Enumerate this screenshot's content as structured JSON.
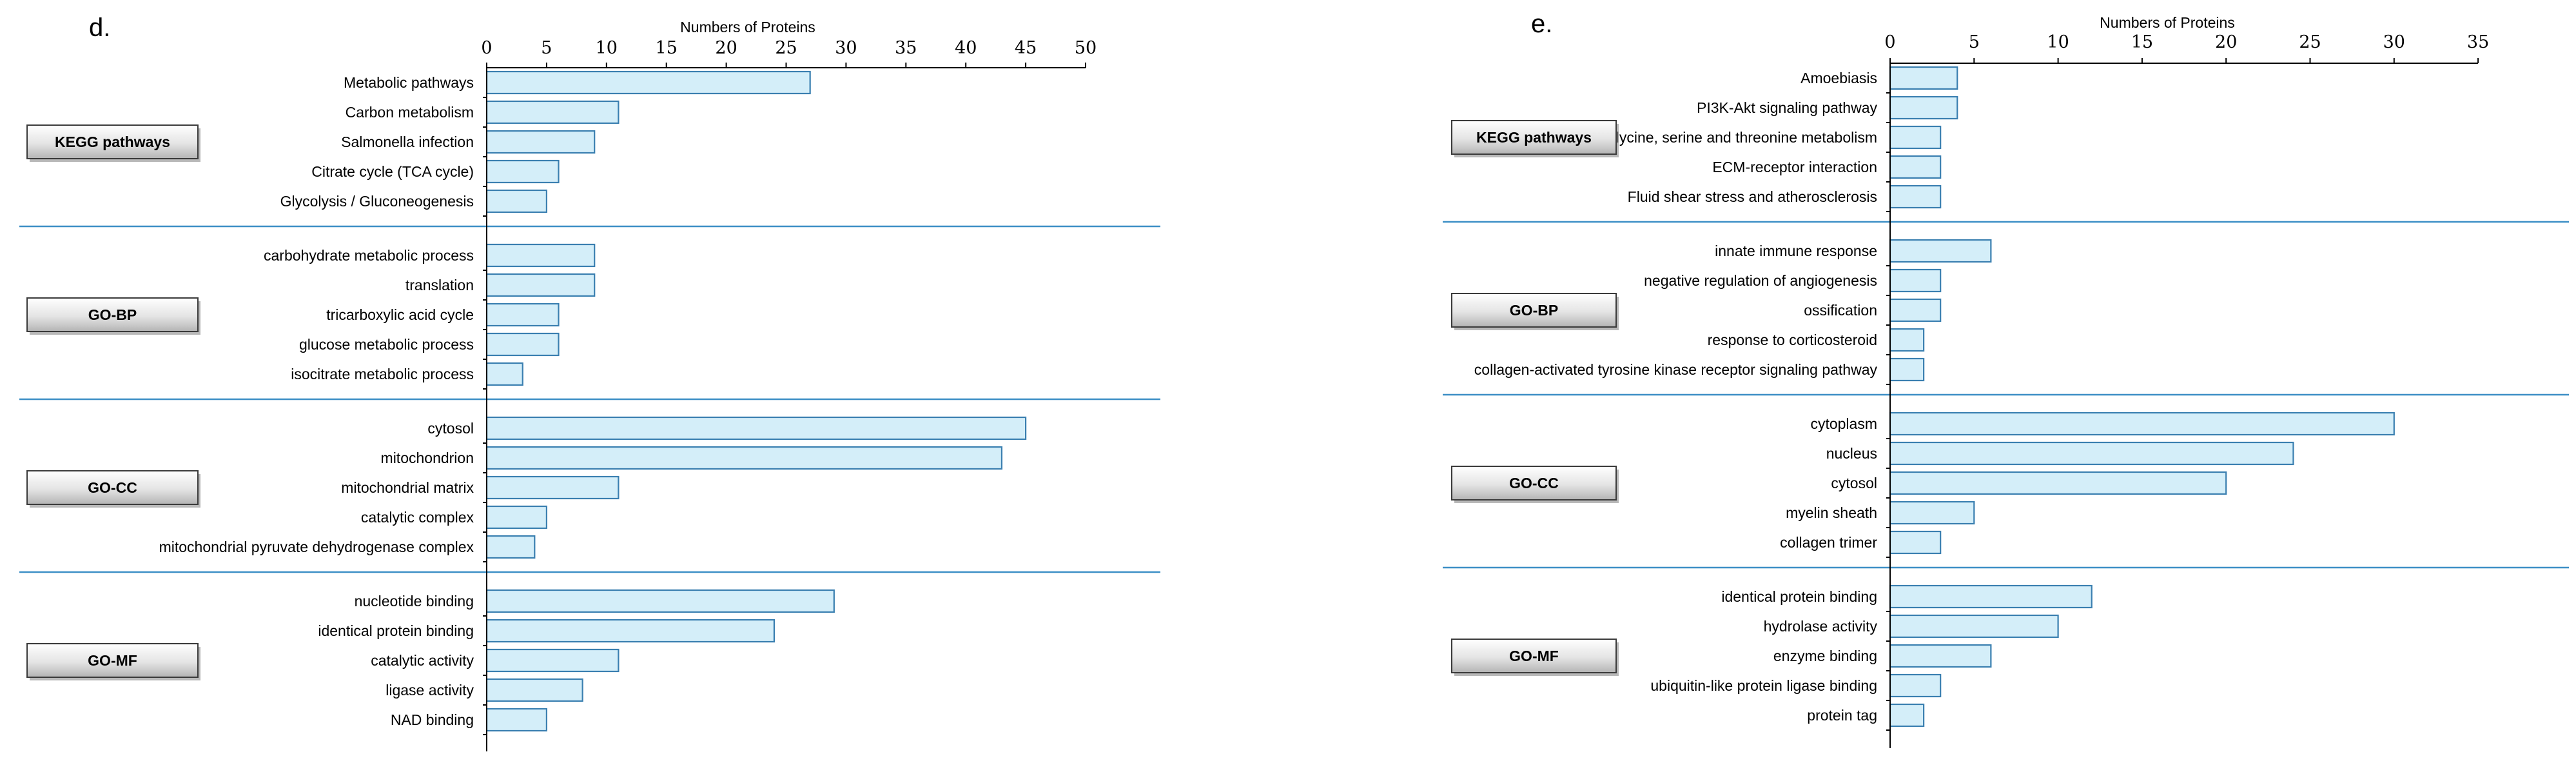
{
  "chart_data": [
    {
      "type": "bar",
      "orientation": "horizontal",
      "panel_label": "d.",
      "xlabel": "Numbers of Proteins",
      "xlim": [
        0,
        50
      ],
      "xticks": [
        0,
        5,
        10,
        15,
        20,
        25,
        30,
        35,
        40,
        45,
        50
      ],
      "groups": [
        {
          "name": "KEGG pathways",
          "categories": [
            "Metabolic pathways",
            "Carbon metabolism",
            "Salmonella infection",
            "Citrate cycle (TCA cycle)",
            "Glycolysis / Gluconeogenesis"
          ],
          "values": [
            27,
            11,
            9,
            6,
            5
          ]
        },
        {
          "name": "GO-BP",
          "categories": [
            "carbohydrate metabolic process",
            "translation",
            "tricarboxylic acid cycle",
            "glucose metabolic process",
            "isocitrate metabolic process"
          ],
          "values": [
            9,
            9,
            6,
            6,
            3
          ]
        },
        {
          "name": "GO-CC",
          "categories": [
            "cytosol",
            "mitochondrion",
            "mitochondrial matrix",
            "catalytic complex",
            "mitochondrial pyruvate dehydrogenase complex"
          ],
          "values": [
            45,
            43,
            11,
            5,
            4
          ]
        },
        {
          "name": "GO-MF",
          "categories": [
            "nucleotide binding",
            "identical protein binding",
            "catalytic activity",
            "ligase activity",
            "NAD binding"
          ],
          "values": [
            29,
            24,
            11,
            8,
            5
          ]
        }
      ]
    },
    {
      "type": "bar",
      "orientation": "horizontal",
      "panel_label": "e.",
      "xlabel": "Numbers of Proteins",
      "xlim": [
        0,
        35
      ],
      "xticks": [
        0,
        5,
        10,
        15,
        20,
        25,
        30,
        35
      ],
      "groups": [
        {
          "name": "KEGG pathways",
          "categories": [
            "Amoebiasis",
            "PI3K-Akt signaling pathway",
            "Glycine, serine and threonine metabolism",
            "ECM-receptor interaction",
            "Fluid shear stress and atherosclerosis"
          ],
          "values": [
            4,
            4,
            3,
            3,
            3
          ]
        },
        {
          "name": "GO-BP",
          "categories": [
            "innate immune response",
            "negative regulation of angiogenesis",
            "ossification",
            "response to corticosteroid",
            "collagen-activated tyrosine kinase receptor signaling pathway"
          ],
          "values": [
            6,
            3,
            3,
            2,
            2
          ]
        },
        {
          "name": "GO-CC",
          "categories": [
            "cytoplasm",
            "nucleus",
            "cytosol",
            "myelin sheath",
            "collagen trimer"
          ],
          "values": [
            30,
            24,
            20,
            5,
            3
          ]
        },
        {
          "name": "GO-MF",
          "categories": [
            "identical protein binding",
            "hydrolase activity",
            "enzyme binding",
            "ubiquitin-like protein ligase binding",
            "protein tag"
          ],
          "values": [
            12,
            10,
            6,
            3,
            2
          ]
        }
      ]
    }
  ]
}
